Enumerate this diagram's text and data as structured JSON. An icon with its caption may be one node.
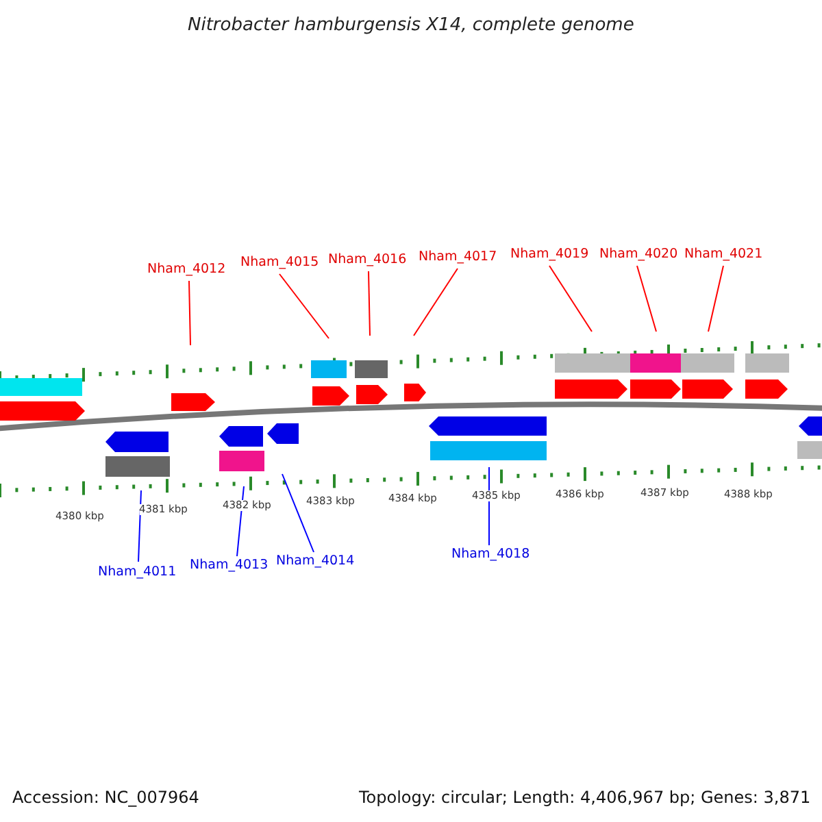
{
  "diagram": {
    "title": "Nitrobacter hamburgensis X14, complete genome",
    "nodes": [
      {
        "text": [
          "Nham_4012"
        ]
      },
      {
        "text": [
          "Nham_4015"
        ]
      },
      {
        "text": [
          "Nham_4016"
        ]
      },
      {
        "text": [
          "Nham_4017"
        ]
      },
      {
        "text": [
          "Nham_4019"
        ]
      },
      {
        "text": [
          "Nham_4020"
        ]
      },
      {
        "text": [
          "Nham_4021"
        ]
      },
      {
        "text": [
          "Nham_4011"
        ]
      },
      {
        "text": [
          "Nham_4013"
        ]
      },
      {
        "text": [
          "Nham_4014"
        ]
      },
      {
        "text": [
          "Nham_4018"
        ]
      }
    ],
    "edges": [
      {
        "from": 0,
        "to": null,
        "arrow": "none"
      },
      {
        "from": 1,
        "to": null,
        "arrow": "none"
      },
      {
        "from": 2,
        "to": null,
        "arrow": "none"
      },
      {
        "from": 3,
        "to": null,
        "arrow": "none"
      },
      {
        "from": 4,
        "to": null,
        "arrow": "none"
      },
      {
        "from": 5,
        "to": null,
        "arrow": "none"
      },
      {
        "from": 6,
        "to": null,
        "arrow": "none"
      },
      {
        "from": 7,
        "to": null,
        "arrow": "none",
        "color": "#0000ff"
      },
      {
        "from": 8,
        "to": null,
        "arrow": "none",
        "color": "#0000ff"
      },
      {
        "from": 9,
        "to": null,
        "arrow": "none",
        "color": "#0000ff"
      },
      {
        "from": 10,
        "to": null,
        "arrow": "none",
        "color": "#0000ff"
      }
    ],
    "labels": [
      "4380 kbp",
      "4381 kbp",
      "4382 kbp",
      "4383 kbp",
      "4384 kbp",
      "4385 kbp",
      "4386 kbp",
      "4387 kbp",
      "4388 kbp",
      "Accession: NC_007964",
      "Topology: circular; Length: 4,406,967 bp; Genes: 3,871"
    ]
  }
}
